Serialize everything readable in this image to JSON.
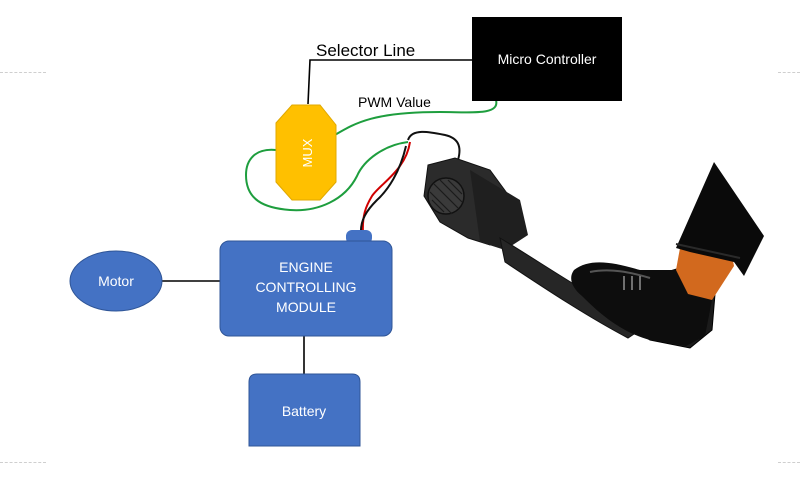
{
  "labels": {
    "selector_line": "Selector Line",
    "pwm_value": "PWM Value",
    "micro_controller": "Micro Controller",
    "mux": "MUX",
    "motor": "Motor",
    "ecm_line1": "ENGINE",
    "ecm_line2": "CONTROLLING",
    "ecm_line3": "MODULE",
    "battery": "Battery"
  },
  "colors": {
    "blue_box": "#4472c4",
    "blue_box_edge": "#2f5597",
    "mux_yellow": "#ffc000",
    "controller_black": "#000000",
    "signal_green": "#1e9e3e",
    "wire_red": "#d00000",
    "wire_black": "#111111",
    "shoe_orange": "#d2691e"
  }
}
